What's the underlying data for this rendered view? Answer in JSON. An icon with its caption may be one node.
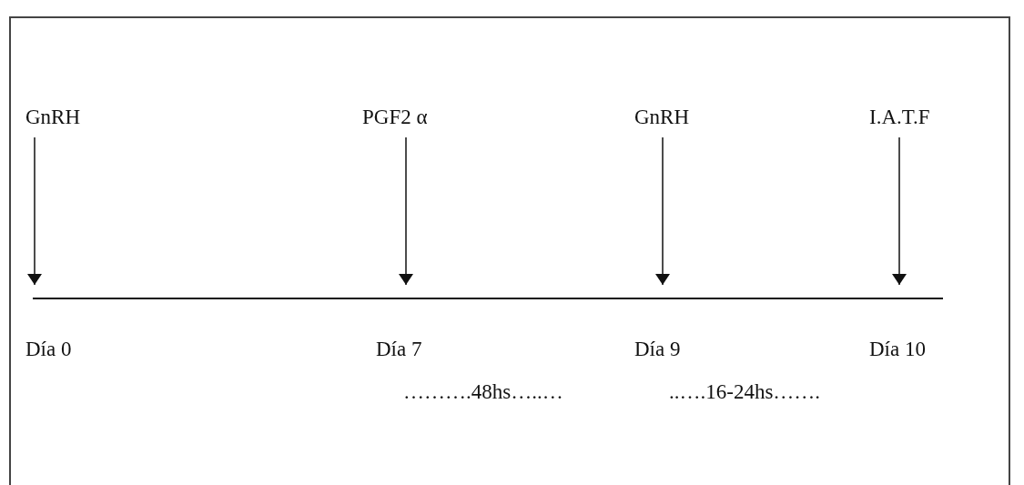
{
  "diagram": {
    "nodes": [
      {
        "text": [
          "GnRH"
        ]
      },
      {
        "text": [
          "PGF2 α"
        ]
      },
      {
        "text": [
          "GnRH"
        ]
      },
      {
        "text": [
          "I.A.T.F"
        ]
      },
      {
        "text": [],
        "shape": "line"
      }
    ],
    "edges": [
      {
        "from": 0,
        "to": 4,
        "arrow": "to"
      },
      {
        "from": 1,
        "to": 4,
        "arrow": "to"
      },
      {
        "from": 2,
        "to": 4,
        "arrow": "to"
      },
      {
        "from": 3,
        "to": 4,
        "arrow": "to"
      }
    ],
    "labels": [
      "Día 0",
      "Día 7",
      "Día 9",
      "Día 10",
      "……….48hs…..…",
      "..….16-24hs……."
    ]
  }
}
